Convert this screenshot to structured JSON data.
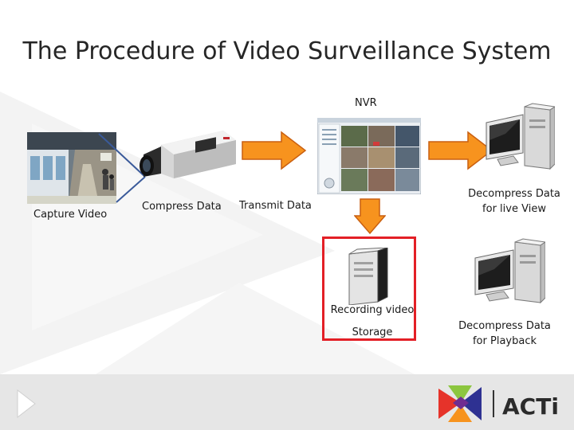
{
  "slide": {
    "title": "The Procedure of Video Surveillance System"
  },
  "stages": {
    "capture": "Capture Video",
    "compress": "Compress Data",
    "transmit": "Transmit Data",
    "nvr": "NVR",
    "live_view_line1": "Decompress Data",
    "live_view_line2": "for live View",
    "recording": "Recording video",
    "storage": "Storage",
    "playback_line1": "Decompress Data",
    "playback_line2": "for Playback"
  },
  "logo": {
    "brand": "ACTi"
  },
  "colors": {
    "arrow_fill": "#f7931e",
    "arrow_stroke": "#c95f10",
    "highlight_border": "#e31f26"
  }
}
